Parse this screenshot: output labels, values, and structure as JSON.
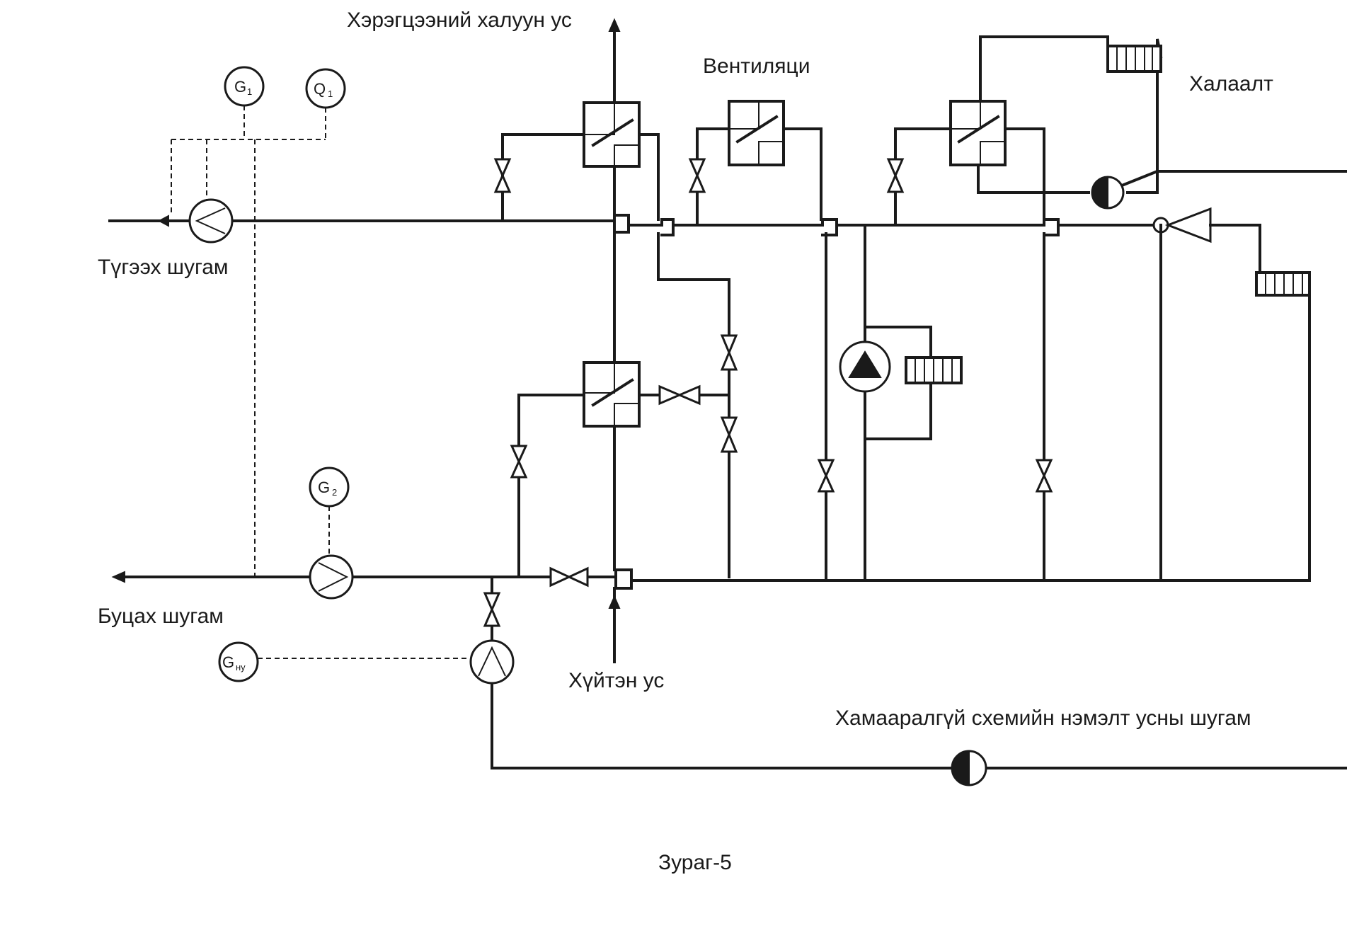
{
  "labels": {
    "hot_water": "Хэрэгцээний халуун ус",
    "ventilation": "Вентиляци",
    "heating": "Халаалт",
    "supply_line": "Түгээх шугам",
    "return_line": "Буцах шугам",
    "cold_water": "Хүйтэн ус",
    "makeup_line": "Хамааралгүй схемийн нэмэлт усны шугам",
    "caption": "Зураг-5"
  },
  "instruments": {
    "g1": {
      "letter": "G",
      "sub": "1"
    },
    "q1": {
      "letter": "Q",
      "sub": "1"
    },
    "g2": {
      "letter": "G",
      "sub": "2"
    },
    "gnu": {
      "letter": "G",
      "sub": "ну"
    }
  }
}
